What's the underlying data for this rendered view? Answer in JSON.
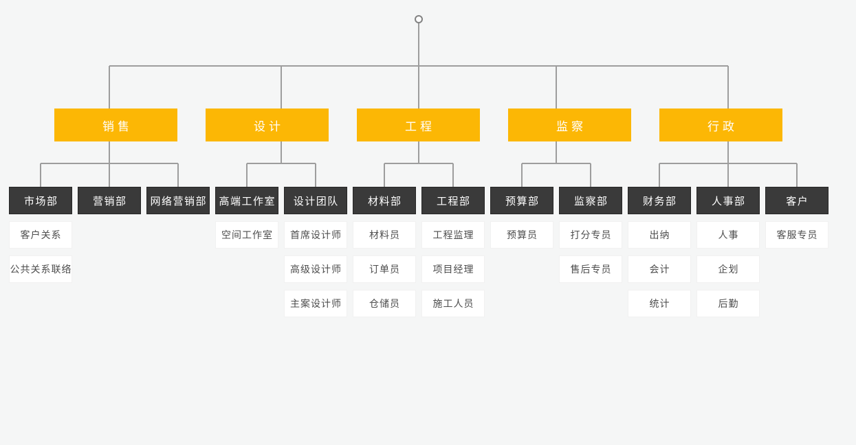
{
  "org_chart": {
    "colors": {
      "background": "#f5f6f6",
      "department_fill": "#fcb705",
      "department_text": "#ffffff",
      "sub_department_fill": "#3a3a3a",
      "sub_department_text": "#ffffff",
      "role_fill": "#ffffff",
      "role_text": "#4d4d4d",
      "connector": "#9d9d9d",
      "root_ring": "#828282"
    },
    "departments": [
      {
        "label": "销售",
        "children": [
          {
            "label": "市场部",
            "roles": [
              "客户关系",
              "公共关系联络"
            ]
          },
          {
            "label": "营销部",
            "roles": []
          },
          {
            "label": "网络营销部",
            "roles": []
          }
        ]
      },
      {
        "label": "设计",
        "children": [
          {
            "label": "高端工作室",
            "roles": [
              "空间工作室"
            ]
          },
          {
            "label": "设计团队",
            "roles": [
              "首席设计师",
              "高级设计师",
              "主案设计师"
            ]
          }
        ]
      },
      {
        "label": "工程",
        "children": [
          {
            "label": "材料部",
            "roles": [
              "材料员",
              "订单员",
              "仓储员"
            ]
          },
          {
            "label": "工程部",
            "roles": [
              "工程监理",
              "项目经理",
              "施工人员"
            ]
          }
        ]
      },
      {
        "label": "监察",
        "children": [
          {
            "label": "预算部",
            "roles": [
              "预算员"
            ]
          },
          {
            "label": "监察部",
            "roles": [
              "打分专员",
              "售后专员"
            ]
          }
        ]
      },
      {
        "label": "行政",
        "children": [
          {
            "label": "财务部",
            "roles": [
              "出纳",
              "会计",
              "统计"
            ]
          },
          {
            "label": "人事部",
            "roles": [
              "人事",
              "企划",
              "后勤"
            ]
          },
          {
            "label": "客户",
            "roles": [
              "客服专员"
            ]
          }
        ]
      }
    ]
  }
}
